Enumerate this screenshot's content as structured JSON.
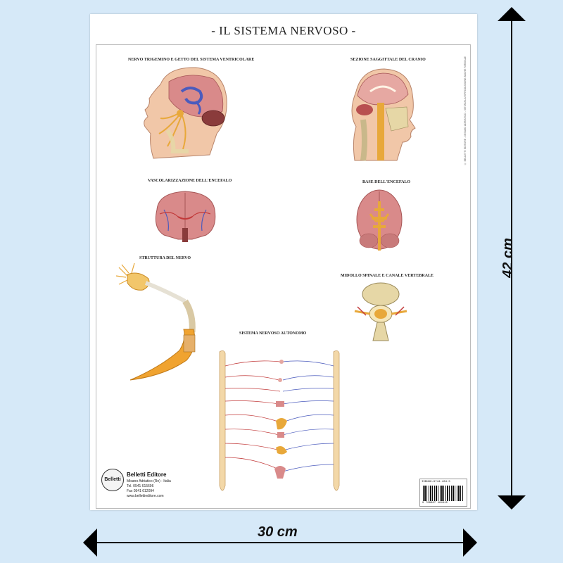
{
  "poster": {
    "title": "- IL SISTEMA NERVOSO -",
    "panels": {
      "trigeminal": "NERVO TRIGEMINO E GETTO DEL SISTEMA VENTRICOLARE",
      "sagittal": "SEZIONE SAGGITTALE DEL CRANIO",
      "vascular": "VASCOLARIZZAZIONE DELL'ENCEFALO",
      "base": "BASE DELL'ENCEFALO",
      "nerve": "STRUTTURA DEL NERVO",
      "spinal": "MIDOLLO SPINALE E CANALE VERTEBRALE",
      "autonomic": "SISTEMA NERVOSO AUTONOMO"
    },
    "publisher": {
      "logo": "Belletti",
      "name": "Belletti Editore",
      "address": "Misano Adriatico (Rn) - Italia",
      "tel": "Tel. 0541 615696",
      "fax": "Fax 0541 612094",
      "web": "www.bellettieditore.com"
    },
    "isbn": "ISBN88-8744-464-5",
    "barcode_number": "9 788887 464645",
    "side_note": "© BELLETTI EDITORE - MISANO ADRIATICO - VIETATA LA RIPRODUZIONE ANCHE PARZIALE"
  },
  "dimensions": {
    "height": "42 cm",
    "width": "30 cm"
  },
  "colors": {
    "background": "#d6e9f8",
    "nerve": "#e8a83a",
    "brain": "#d98a8a",
    "skin": "#f1c7a8",
    "ventricles": "#4b5bbd"
  }
}
